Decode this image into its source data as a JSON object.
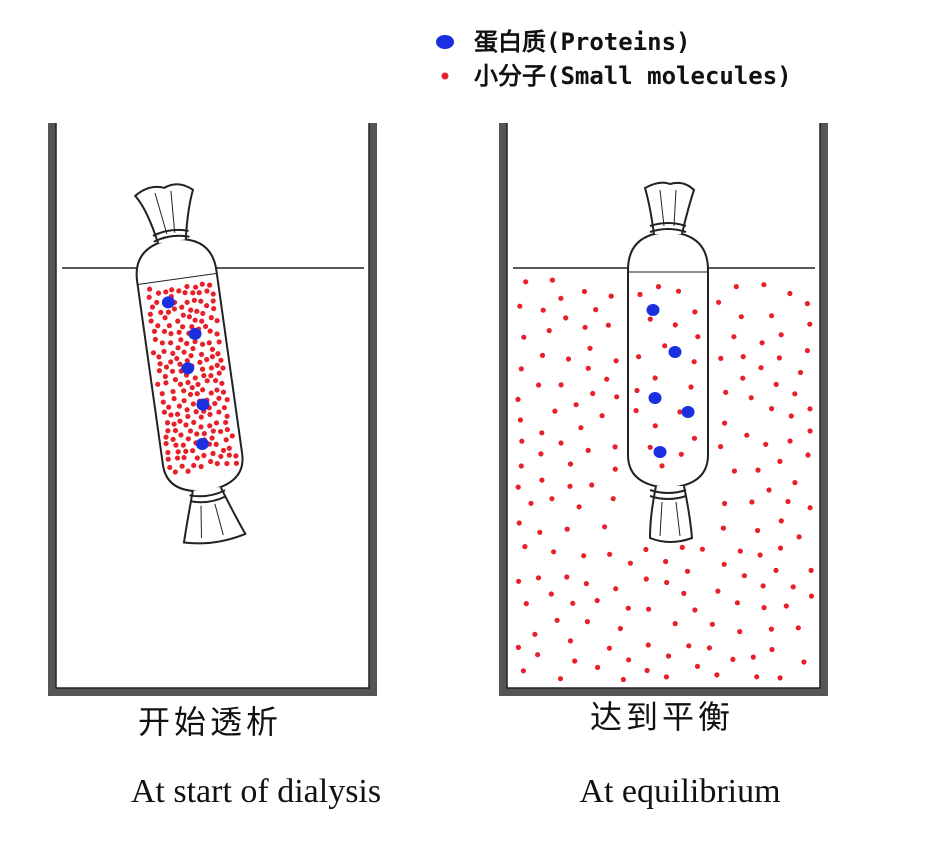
{
  "legend": {
    "proteins_label": "蛋白质(Proteins)",
    "small_molecules_label": "小分子(Small molecules)"
  },
  "panels": [
    {
      "caption_zh": "开始透析",
      "caption_en": "At start of dialysis",
      "protein_count": 5,
      "small_molecules_inside_bag": 200,
      "small_molecules_outside_bag": 0
    },
    {
      "caption_zh": "达到平衡",
      "caption_en": "At equilibrium",
      "protein_count": 5,
      "small_molecules_inside_bag": 20,
      "small_molecules_outside_bag": 190
    }
  ],
  "colors": {
    "protein": "#1a2fe0",
    "small_molecule": "#e8202a",
    "outline": "#222222",
    "beaker_wall": "#555555"
  }
}
